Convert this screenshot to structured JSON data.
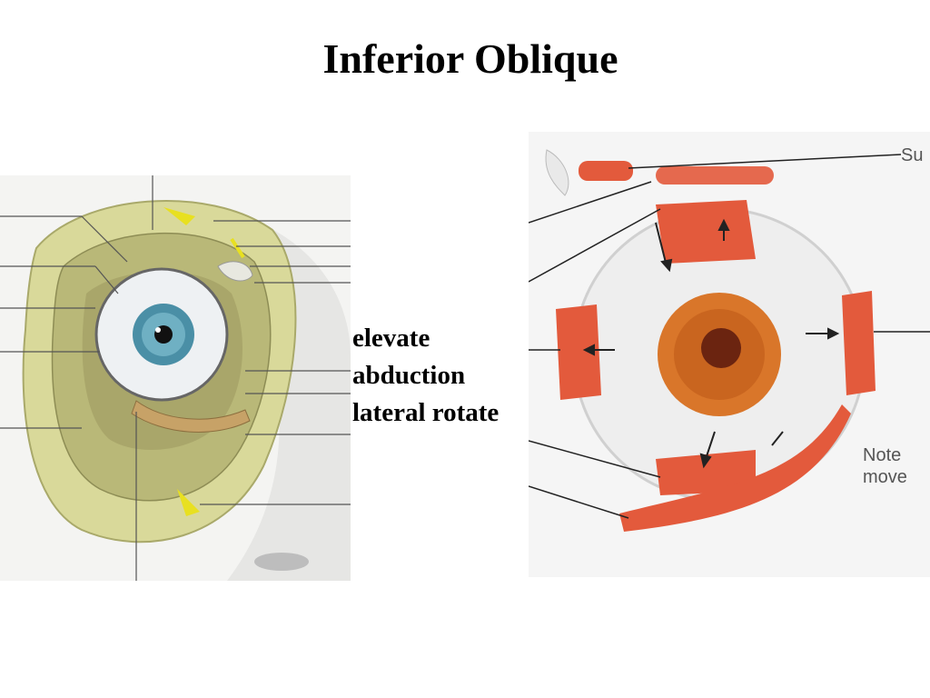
{
  "slide": {
    "title": "Inferior Oblique",
    "actions": [
      "elevate",
      "abduction",
      "lateral rotate"
    ]
  },
  "right_figure": {
    "label_top": "Su",
    "note_line1": "Note",
    "note_line2": "move"
  },
  "colors": {
    "background": "#ffffff",
    "text": "#000000",
    "orbit_yellow": "#d9d99a",
    "muscle_red": "#e35a3c",
    "iris_blue": "#4a8fa6",
    "iris_orange": "#d9762a"
  }
}
